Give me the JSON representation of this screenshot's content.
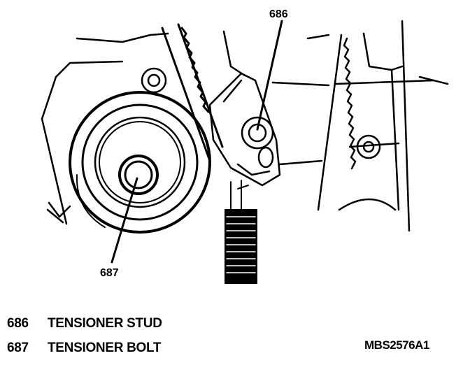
{
  "callouts": [
    {
      "number": "686"
    },
    {
      "number": "687"
    }
  ],
  "legend": [
    {
      "number": "686",
      "label": "TENSIONER STUD"
    },
    {
      "number": "687",
      "label": "TENSIONER BOLT"
    }
  ],
  "figure_code": "MBS2576A1"
}
